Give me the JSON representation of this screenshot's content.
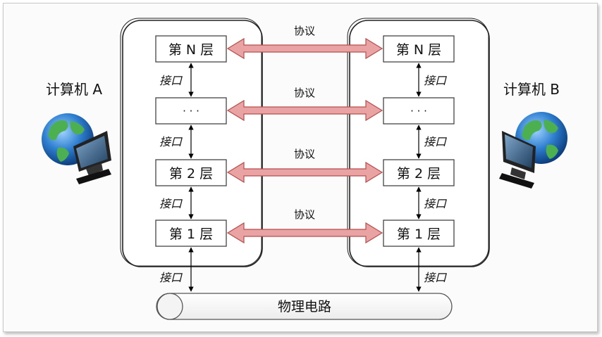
{
  "computer_a": {
    "label": "计算机 A"
  },
  "computer_b": {
    "label": "计算机 B"
  },
  "layers": {
    "n": "第 N 层",
    "middle": "· · ·",
    "two": "第 2 层",
    "one": "第 1 层"
  },
  "protocol_label": "协议",
  "interface_label": "接口",
  "physical_circuit": "物理电路",
  "colors": {
    "protocol_arrow_fill": "#e9a3a3",
    "protocol_arrow_stroke": "#b84d4d",
    "box_border": "#444444"
  },
  "icons": [
    "globe-computer-icon"
  ]
}
